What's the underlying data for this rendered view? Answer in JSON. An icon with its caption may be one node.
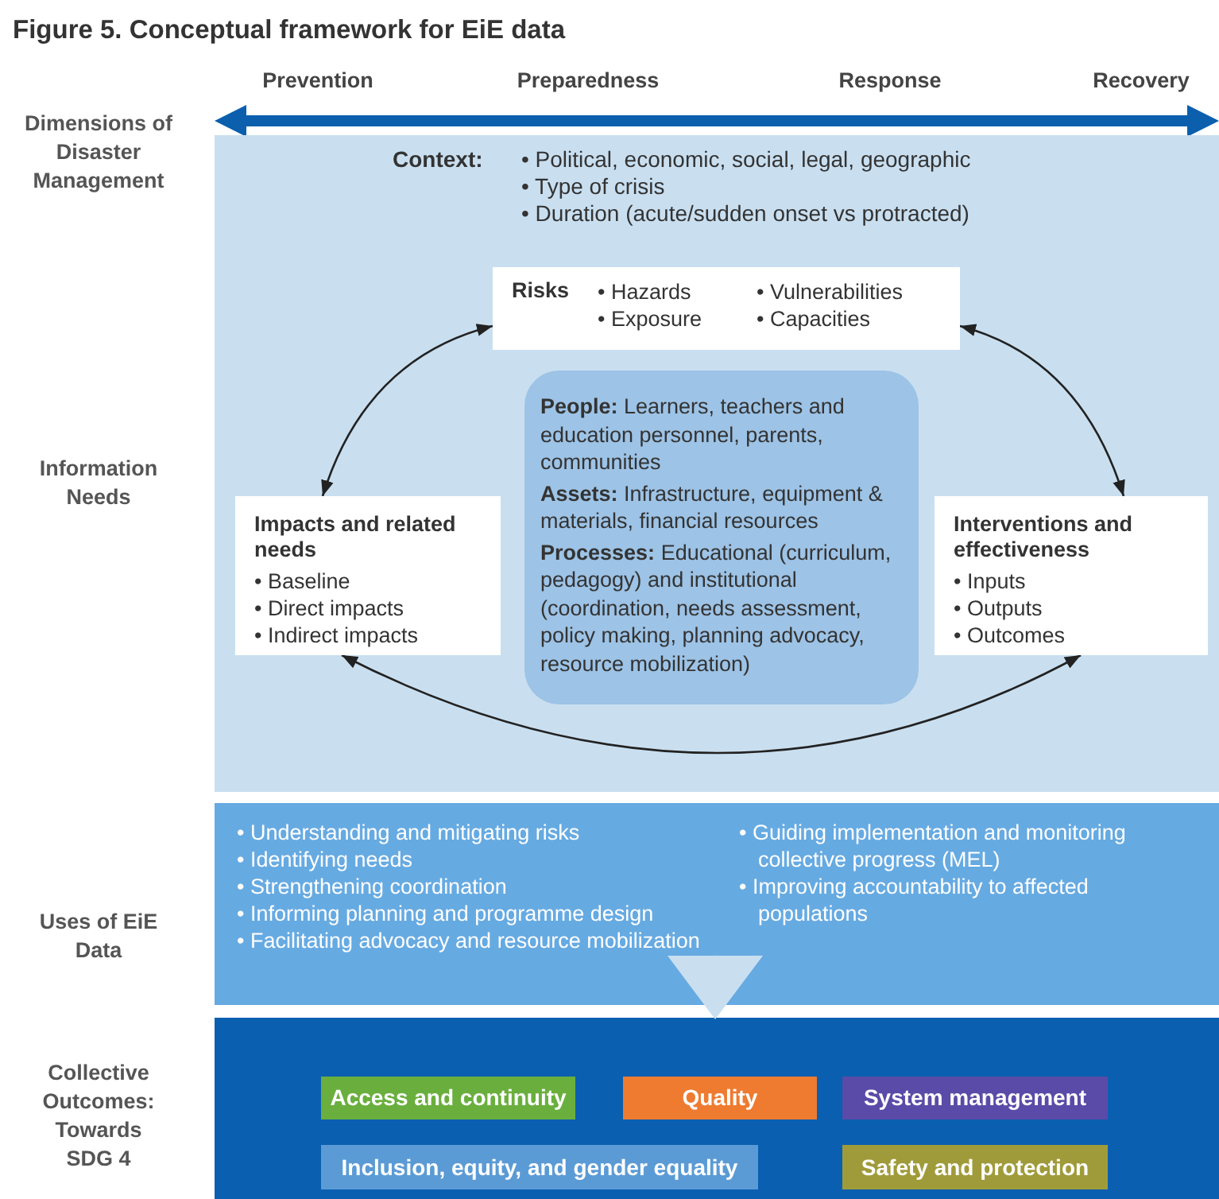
{
  "diagram": {
    "title": "Figure 5. Conceptual framework for EiE data",
    "nodes": [
      {
        "text": [
          "Context:",
          "• Political, economic, social, legal, geographic",
          "• Type of crisis",
          "• Duration (acute/sudden onset vs protracted)"
        ]
      },
      {
        "text": [
          "Risks",
          "• Hazards",
          "• Exposure",
          "• Vulnerabilities",
          "• Capacities"
        ],
        "in": 0
      },
      {
        "text": [
          "Impacts and related needs",
          "• Baseline",
          "• Direct impacts",
          "• Indirect impacts"
        ],
        "in": 0
      },
      {
        "text": [
          "**People:** Learners, teachers and education personnel, parents, communities",
          "**Assets:** Infrastructure, equipment & materials, financial resources",
          "**Processes:** Educational (curriculum, pedagogy) and institutional (coordination, needs assessment, policy making, planning advocacy, resource mobilization)"
        ],
        "in": 0
      },
      {
        "text": [
          "Interventions and effectiveness",
          "• Inputs",
          "• Outputs",
          "• Outcomes"
        ],
        "in": 0
      },
      {
        "text": [
          "• Understanding and mitigating risks",
          "• Identifying needs",
          "• Strengthening coordination",
          "• Informing planning and programme design",
          "• Facilitating advocacy and resource mobilization",
          "• Guiding implementation and monitoring collective progress (MEL)",
          "• Improving accountability to affected populations"
        ]
      },
      {
        "text": [],
        "shape": "box"
      },
      {
        "text": [
          "Access and continuity"
        ],
        "in": 6
      },
      {
        "text": [
          "Quality"
        ],
        "in": 6
      },
      {
        "text": [
          "System management"
        ],
        "in": 6
      },
      {
        "text": [
          "Inclusion, equity, and gender equality"
        ],
        "in": 6
      },
      {
        "text": [
          "Safety and protection"
        ],
        "in": 6
      }
    ],
    "edges": [
      {
        "from": 1,
        "to": 2,
        "arrow": "both"
      },
      {
        "from": 1,
        "to": 4,
        "arrow": "both"
      },
      {
        "from": 2,
        "to": 4,
        "arrow": "both"
      },
      {
        "from": 5,
        "to": 6,
        "arrow": "to",
        "color": "#c9dff0"
      }
    ],
    "labels": [
      "Prevention",
      "Preparedness",
      "Response",
      "Recovery",
      "Dimensions of Disaster Management",
      "Information Needs",
      "Uses of EiE Data",
      "Collective Outcomes: Towards SDG 4"
    ]
  }
}
